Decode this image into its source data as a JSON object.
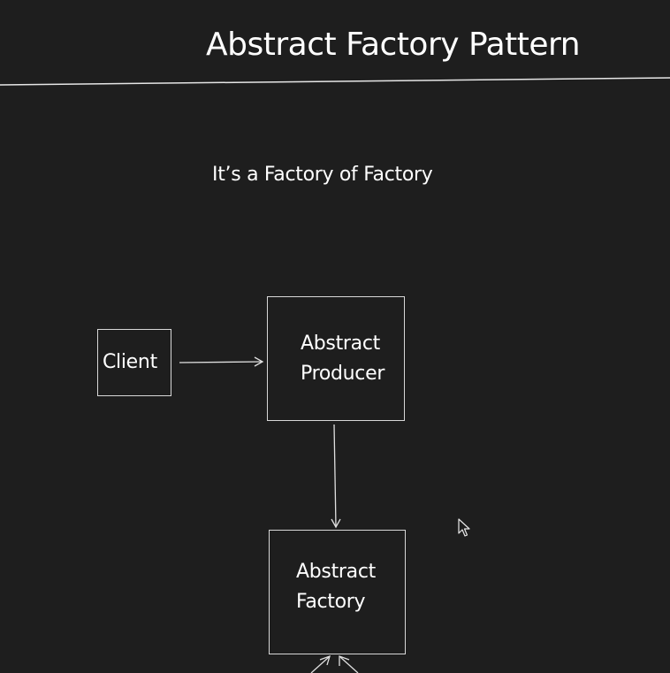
{
  "slide": {
    "title": "Abstract Factory Pattern",
    "subtitle": "It’s a Factory of Factory"
  },
  "diagram": {
    "nodes": {
      "client": {
        "label": "Client"
      },
      "abstract_producer": {
        "label_line1": "Abstract",
        "label_line2": "Producer"
      },
      "abstract_factory": {
        "label_line1": "Abstract",
        "label_line2": "Factory"
      }
    },
    "edges": [
      {
        "from": "Client",
        "to": "Abstract Producer"
      },
      {
        "from": "Abstract Producer",
        "to": "Abstract Factory"
      }
    ]
  },
  "colors": {
    "background": "#1e1e1e",
    "foreground": "#ffffff",
    "stroke": "#d8d8d8"
  },
  "icons": {
    "cursor": "mouse-pointer-icon"
  }
}
